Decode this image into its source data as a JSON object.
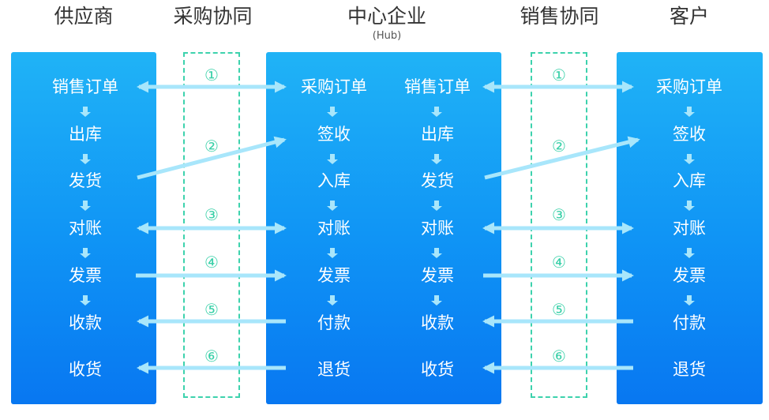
{
  "headers": {
    "supplier": "供应商",
    "purchase_collab": "采购协同",
    "hub": "中心企业",
    "hub_sub": "(Hub)",
    "sales_collab": "销售协同",
    "customer": "客户"
  },
  "supplier_steps": [
    "销售订单",
    "出库",
    "发货",
    "对账",
    "发票",
    "收款",
    "收货"
  ],
  "hub_purchase_steps": [
    "采购订单",
    "签收",
    "入库",
    "对账",
    "发票",
    "付款",
    "退货"
  ],
  "hub_sales_steps": [
    "销售订单",
    "出库",
    "发货",
    "对账",
    "发票",
    "收款",
    "收货"
  ],
  "customer_steps": [
    "采购订单",
    "签收",
    "入库",
    "对账",
    "发票",
    "付款",
    "退货"
  ],
  "collab_numbers": [
    "①",
    "②",
    "③",
    "④",
    "⑤",
    "⑥"
  ],
  "colors": {
    "panel_top": "#20b3f6",
    "panel_bottom": "#0877f1",
    "arrow": "#a8e6fb",
    "dash": "#3dd2ad"
  }
}
